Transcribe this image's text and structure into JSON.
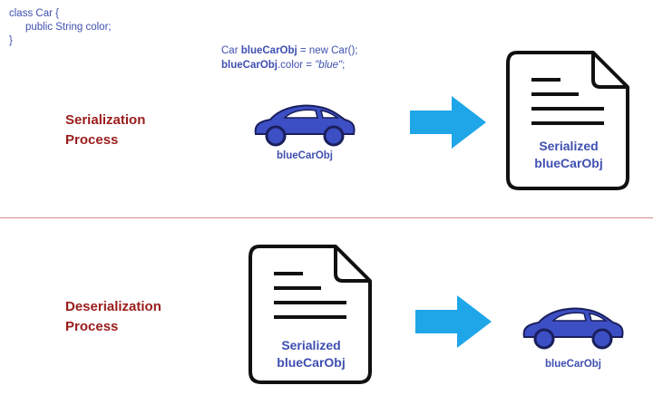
{
  "class_code": {
    "line1": "class Car {",
    "line2": "public String color;",
    "line3": "}"
  },
  "object_code": {
    "line1_pre": "Car ",
    "line1_bold": "blueCarObj",
    "line1_post": " = new Car();",
    "line2_bold": "blueCarObj",
    "line2_mid": ".color = ",
    "line2_italic": "\"blue\"",
    "line2_post": ";"
  },
  "serialization": {
    "title_line1": "Serialization",
    "title_line2": "Process",
    "car_label": "blueCarObj",
    "doc_label_line1": "Serialized",
    "doc_label_line2": "blueCarObj"
  },
  "deserialization": {
    "title_line1": "Deserialization",
    "title_line2": "Process",
    "doc_label_line1": "Serialized",
    "doc_label_line2": "blueCarObj",
    "car_label": "blueCarObj"
  },
  "colors": {
    "car_fill": "#3d4fc4",
    "arrow_fill": "#1fa6e8",
    "process_text": "#9b1c1c",
    "divider": "#d98a8a"
  },
  "icons": [
    "car-icon",
    "arrow-right-icon",
    "document-icon"
  ]
}
